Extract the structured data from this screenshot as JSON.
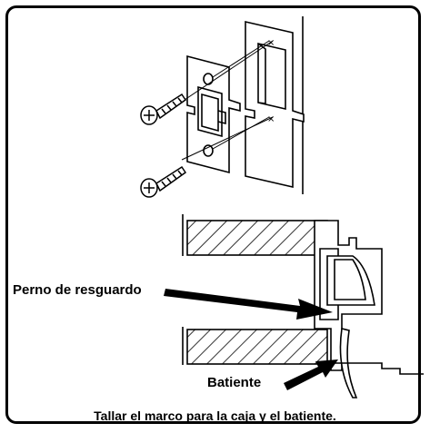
{
  "labels": {
    "deadlatch": "Perno de resguardo",
    "strike": "Batiente",
    "caption": "Tallar el marco para la caja y el batiente."
  },
  "colors": {
    "ink": "#000000",
    "paper": "#ffffff"
  },
  "icons": [
    "phillips-screw-icon",
    "arrow-icon"
  ]
}
